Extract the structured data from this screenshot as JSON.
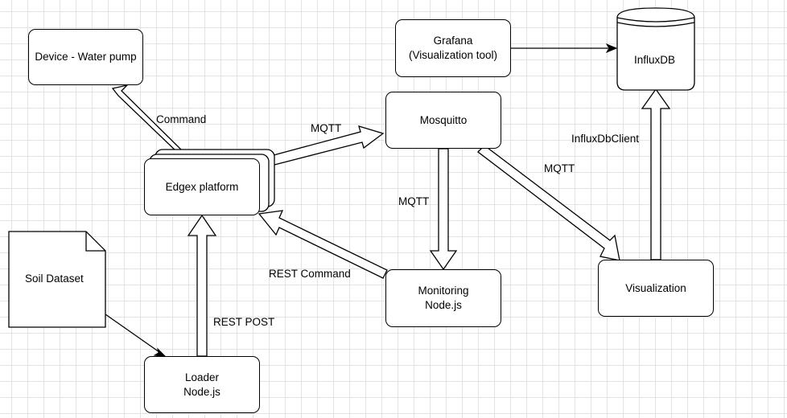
{
  "nodes": {
    "device": {
      "label": "Device - Water pump"
    },
    "grafana": {
      "line1": "Grafana",
      "line2": "(Visualization tool)"
    },
    "influxdb": {
      "label": "InfluxDB"
    },
    "mosquitto": {
      "label": "Mosquitto"
    },
    "edgex": {
      "label": "Edgex platform"
    },
    "soil": {
      "label": "Soil Dataset"
    },
    "monitoring": {
      "line1": "Monitoring",
      "line2": "Node.js"
    },
    "visualization": {
      "label": "Visualization"
    },
    "loader": {
      "line1": "Loader",
      "line2": "Node.js"
    }
  },
  "edges": {
    "command": "Command",
    "mqtt_edgex_mosquitto": "MQTT",
    "mqtt_mosquitto_monitoring": "MQTT",
    "mqtt_mosquitto_visualization": "MQTT",
    "influx_client": "InfluxDbClient",
    "rest_command": "REST Command",
    "rest_post": "REST POST"
  }
}
